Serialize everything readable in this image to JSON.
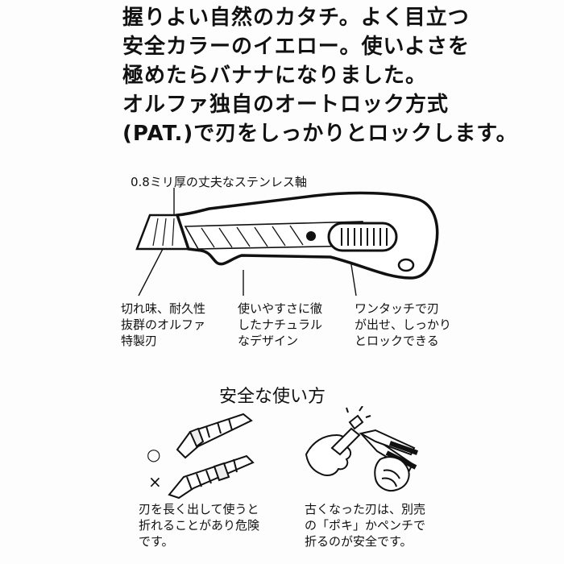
{
  "intro": {
    "lines": [
      "握りよい自然のカタチ。よく目立つ",
      "安全カラーのイエロー。使いよさを",
      "極めたらバナナになりました。",
      "オルファ独自のオートロック方式",
      "(PAT.)で刃をしっかりとロックします。"
    ]
  },
  "diagram": {
    "top_label": "0.8ミリ厚の丈夫なステンレス軸",
    "features": [
      {
        "lines": [
          "切れ味、耐久性",
          "抜群のオルファ",
          "特製刃"
        ]
      },
      {
        "lines": [
          "使いやすさに徹",
          "したナチュラル",
          "なデザイン"
        ]
      },
      {
        "lines": [
          "ワンタッチで刃",
          "が出せ、しっかり",
          "とロックできる"
        ]
      }
    ]
  },
  "safety": {
    "title": "安全な使い方",
    "good_mark": "○",
    "bad_mark": "×",
    "left_caption": [
      "刃を長く出して使うと",
      "折れることがあり危険",
      "です。"
    ],
    "right_caption": [
      "古くなった刃は、別売",
      "の「ポキ」かペンチで",
      "折るのが安全です。"
    ]
  }
}
